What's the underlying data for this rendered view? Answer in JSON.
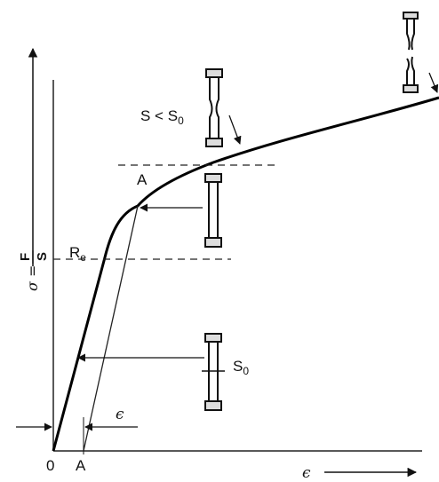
{
  "labels": {
    "origin": "0",
    "a_top": "A",
    "a_bottom": "A",
    "re_main": "R",
    "re_sub": "e",
    "strain_axis": "ϵ",
    "strain_small": "ϵ",
    "s_lt_s0_main": "S < S",
    "s_lt_s0_sub": "0",
    "s0_main": "S",
    "s0_sub": "0",
    "stress_sigma": "σ =",
    "stress_num": "F",
    "stress_den": "S"
  }
}
